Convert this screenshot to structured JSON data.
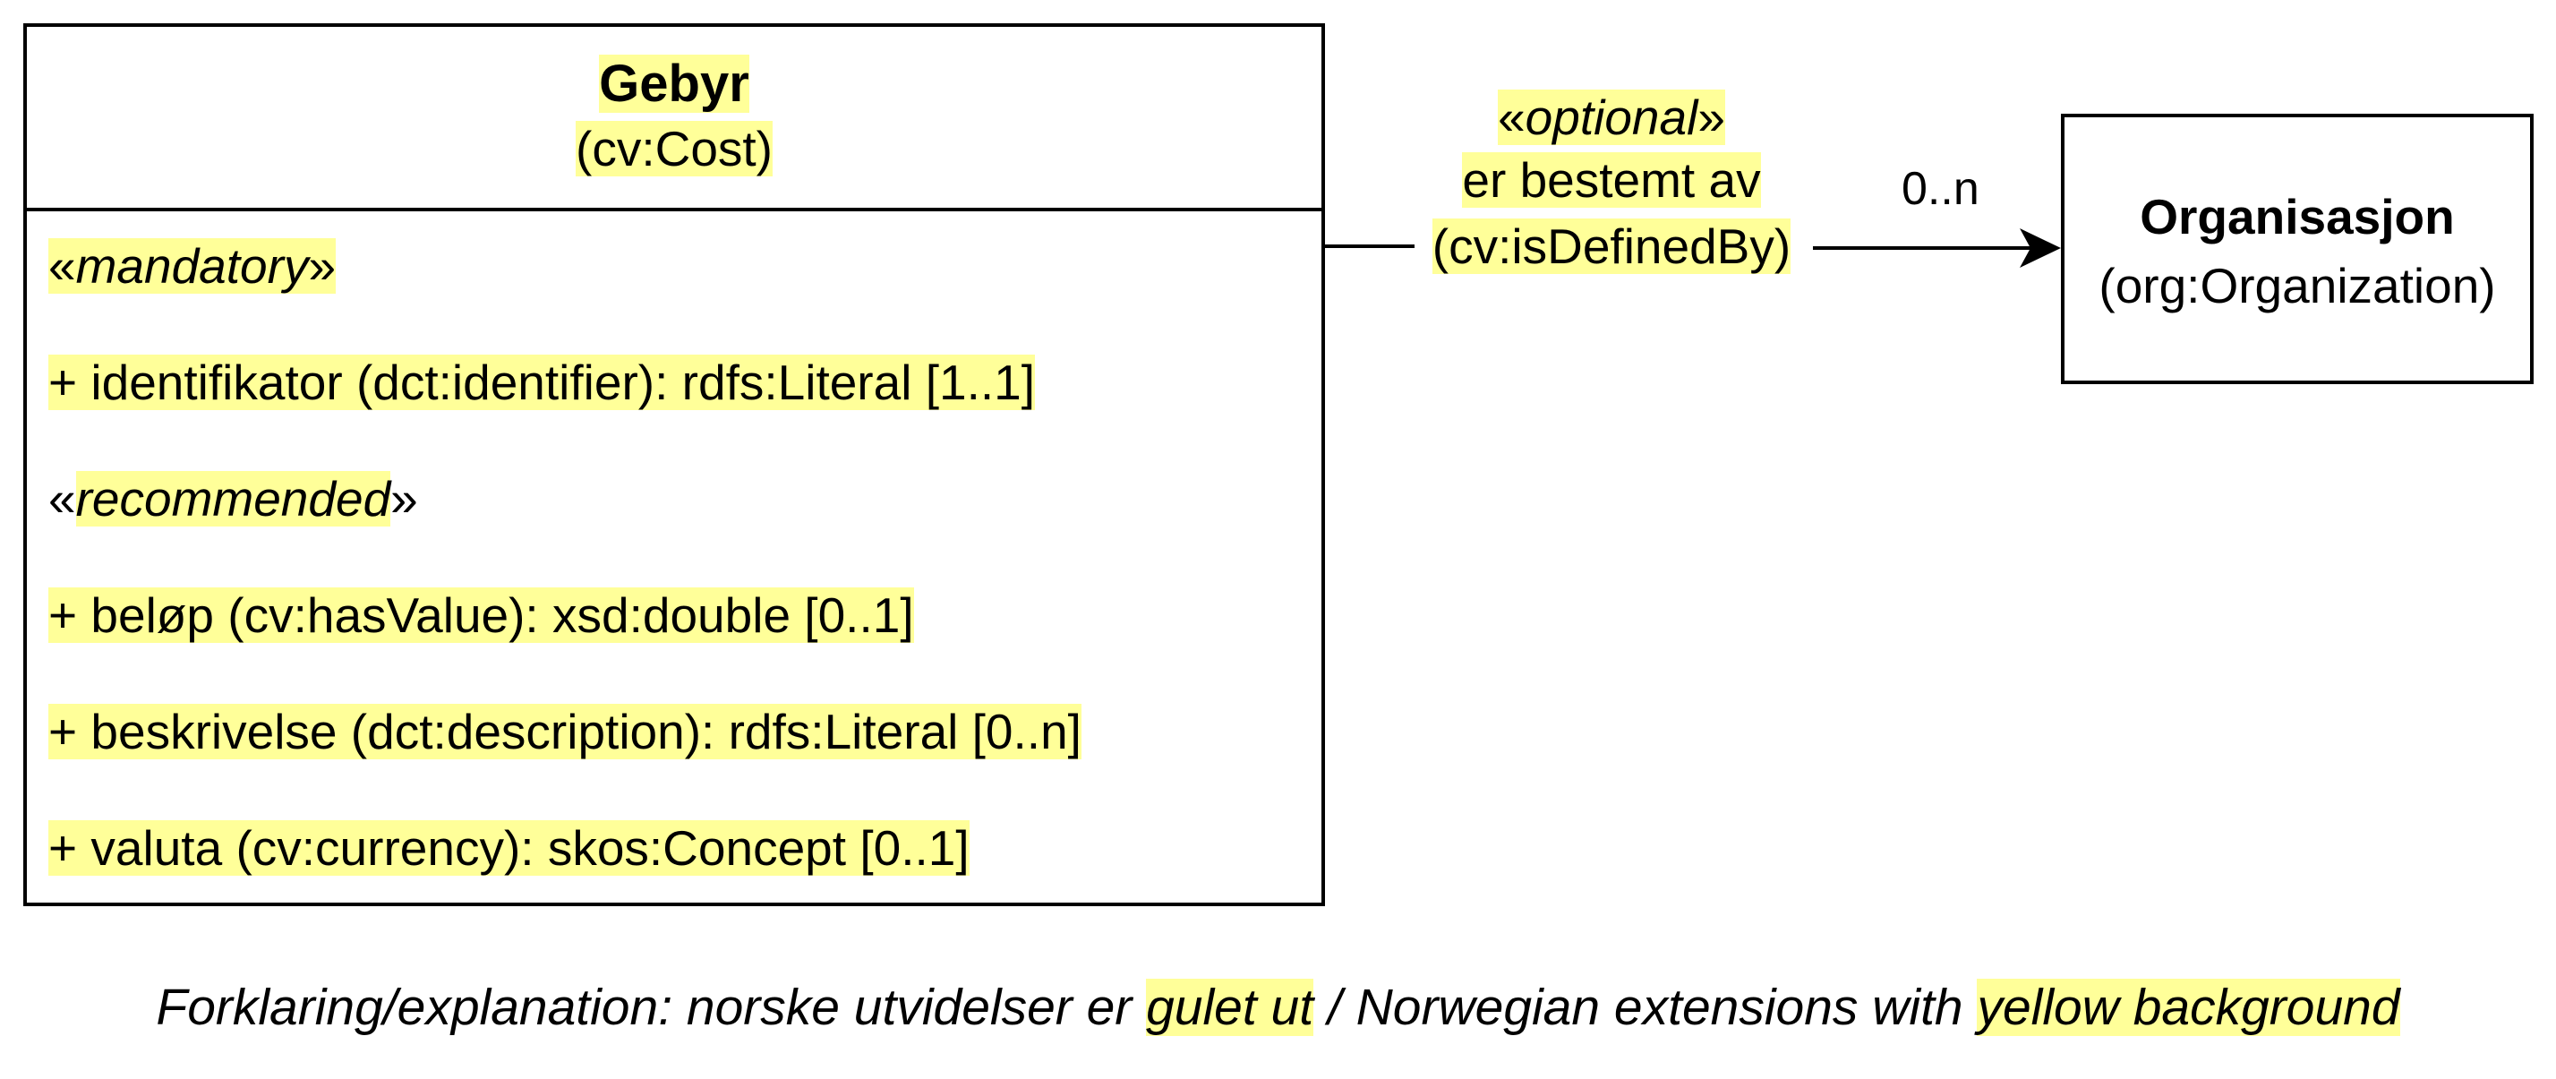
{
  "gebyr": {
    "title": "Gebyr",
    "uri": "(cv:Cost)",
    "stereotype_mandatory": "mandatory",
    "stereotype_recommended": "recommended",
    "attributes_mandatory": [
      "+ identifikator (dct:identifier): rdfs:Literal [1..1]"
    ],
    "attributes_recommended": [
      "+ beløp (cv:hasValue): xsd:double [0..1]",
      "+ beskrivelse (dct:description): rdfs:Literal [0..n]",
      "+ valuta (cv:currency): skos:Concept [0..1]"
    ]
  },
  "association": {
    "stereotype": "optional",
    "name": "er bestemt av",
    "uri": "(cv:isDefinedBy)",
    "multiplicity": "0..n"
  },
  "organisasjon": {
    "title": "Organisasjon",
    "uri": "(org:Organization)"
  },
  "legend": {
    "prefix": "Forklaring/explanation: norske utvidelser er ",
    "hl1": "gulet ut",
    "middle": " / Norwegian extensions with ",
    "hl2": "yellow background"
  },
  "colors": {
    "highlight": "#ffff99",
    "line": "#000000"
  }
}
